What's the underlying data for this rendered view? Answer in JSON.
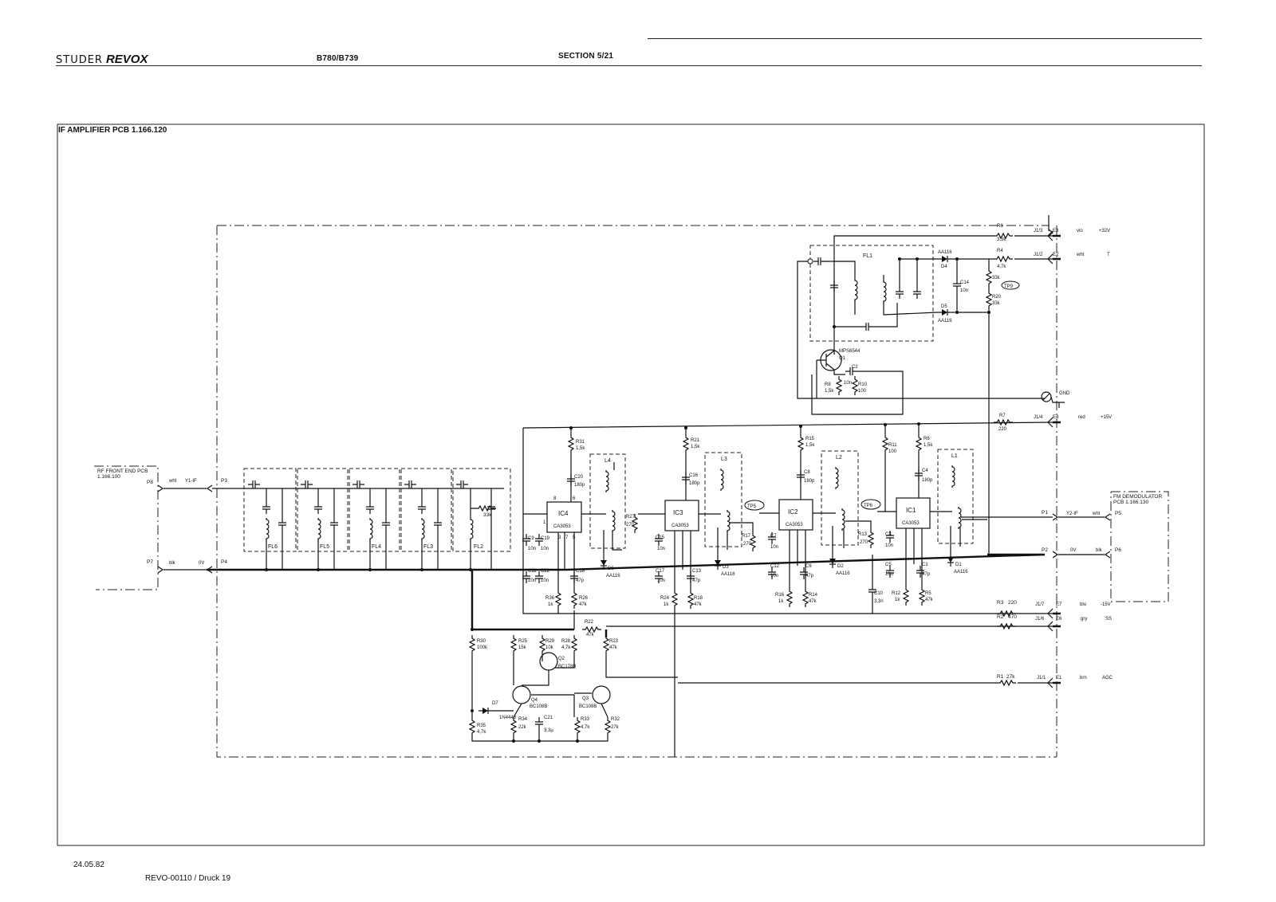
{
  "header": {
    "brand_studer": "STUDER",
    "brand_revox": "REVOX",
    "model": "B780/B739",
    "section": "SECTION 5/21"
  },
  "diagram": {
    "title": "IF AMPLIFIER PCB 1.166.120",
    "left_connector": {
      "lines": [
        "RF FRONT END PCB",
        "1.166.100"
      ],
      "p8": "P8",
      "p7": "P7",
      "wht": "wht",
      "blk": "blk",
      "y1": "Y1-IF",
      "ov": "0V",
      "p3": "P3",
      "p4": "P4"
    },
    "right_connector": {
      "lines": [
        "FM DEMODULATOR",
        "PCB 1.166.130"
      ],
      "p1": "P1",
      "p2": "P2",
      "p5": "P5",
      "p6": "P6",
      "y2": "Y2-IF",
      "ov": "0V",
      "wht": "wht",
      "blk": "blk"
    },
    "terminals": [
      {
        "j": "J1/3",
        "e": "E3",
        "color": "vio",
        "signal": "+32V"
      },
      {
        "j": "J1/2",
        "e": "E2",
        "color": "wht",
        "signal": "T"
      },
      {
        "j": "J1/4",
        "e": "E4",
        "color": "red",
        "signal": "+15V"
      },
      {
        "j": "J1/7",
        "e": "E7",
        "color": "blu",
        "signal": "-15V"
      },
      {
        "j": "J1/6",
        "e": "E6",
        "color": "gry",
        "signal": "SS"
      },
      {
        "j": "J1/1",
        "e": "E1",
        "color": "brn",
        "signal": "AGC"
      }
    ],
    "gnd": "GND",
    "filters": [
      "FL6",
      "FL5",
      "FL4",
      "FL3",
      "FL2"
    ],
    "fl1": "FL1",
    "fl2_res": "33k",
    "ics": [
      {
        "name": "IC4",
        "type": "CA3053"
      },
      {
        "name": "IC3",
        "type": "CA3053"
      },
      {
        "name": "IC2",
        "type": "CA3053"
      },
      {
        "name": "IC1",
        "type": "CA3053"
      }
    ],
    "pin_labels": [
      "8",
      "6",
      "1",
      "3",
      "7",
      "5"
    ],
    "coils": [
      "L4",
      "L3",
      "L2",
      "L1"
    ],
    "stage_caps": [
      "C20",
      "C16",
      "C8",
      "C4"
    ],
    "stage_cap_vals": [
      "180p",
      "180p",
      "180p",
      "180p"
    ],
    "stage_res": [
      "R31",
      "R21",
      "R15",
      "R11",
      "R6"
    ],
    "stage_res_vals": [
      "1,5k",
      "1,5k",
      "1,5k",
      "100",
      "1,5k"
    ],
    "coupling_res": [
      "R27",
      "R17",
      "R13"
    ],
    "coupling_res_vals": [
      "270",
      "270",
      "270"
    ],
    "test_points": [
      "TP5",
      "TP6",
      "TP9"
    ],
    "low_caps": [
      "C9",
      "C19",
      "C15",
      "C7",
      "C3"
    ],
    "low_cap_vals": [
      "10n",
      "10n",
      "10n",
      "10n",
      "10n"
    ],
    "bot_caps": [
      "C11",
      "C22",
      "C18",
      "C17",
      "C13",
      "C12",
      "C6",
      "C5",
      "C1"
    ],
    "bot_cap_vals": [
      "10n",
      "10n",
      "47p",
      "10n",
      "47p",
      "10n",
      "47p",
      "10n",
      "47p"
    ],
    "diodes": [
      "D6",
      "D3",
      "D2",
      "D1"
    ],
    "diode_type": "AA116",
    "bias_res": [
      "R36",
      "R26",
      "R24",
      "R18",
      "R16",
      "R14",
      "R12",
      "R5"
    ],
    "bias_res_vals": [
      "1k",
      "47k",
      "1k",
      "47k",
      "1k",
      "47k",
      "1k",
      "47k"
    ],
    "c10": "C10",
    "c10_val": "3,3n",
    "agc": {
      "r30": "R30",
      "r30v": "100k",
      "r25": "R25",
      "r25v": "15k",
      "r29": "R29",
      "r29v": "10k",
      "r28": "R28",
      "r28v": "4,7k",
      "r22": "R22",
      "r22v": "47k",
      "r23": "R23",
      "r23v": "47k",
      "q2": "Q2",
      "q2t": "BC178B",
      "q4": "Q4",
      "q4t": "BC108B",
      "q3": "Q3",
      "q3t": "BC108B",
      "d7": "D7",
      "d7t": "1N4448",
      "r35": "R35",
      "r35v": "4,7k",
      "r34": "R34",
      "r34v": "22k",
      "c21": "C21",
      "c21v": "3,3µ",
      "r33": "R33",
      "r33v": "4,7k",
      "r32": "R32",
      "r32v": "27k"
    },
    "top": {
      "r6": "R6",
      "r6v": "3,3k",
      "r4": "R4",
      "r4v": "4,7k",
      "d4": "D4",
      "d5": "D5",
      "dt": "AA116",
      "r33k": "33k",
      "c14": "C14",
      "c14v": "10n",
      "r20": "R20",
      "r20v": "33k",
      "q1": "Q1",
      "q1t": "MPS6544",
      "c2": "C2",
      "c2v": "10n",
      "r8": "R8",
      "r8v": "1,5k",
      "r10": "R10",
      "r10v": "100",
      "r7": "R7",
      "r7v": "220",
      "r3": "R3",
      "r3v": "220",
      "r2": "R2",
      "r2v": "470",
      "r1": "R1",
      "r1v": "27k"
    }
  },
  "footer": {
    "date": "24.05.82",
    "doc": "REVO-00110 / Druck 19"
  }
}
